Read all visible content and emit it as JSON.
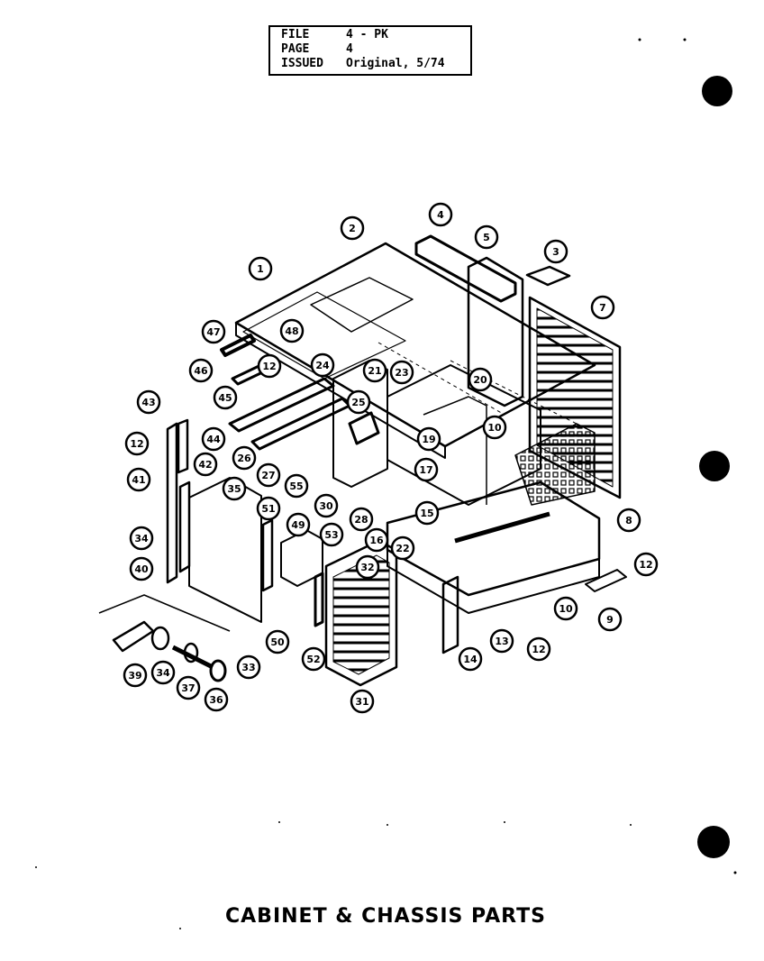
{
  "header": {
    "file_label": "FILE",
    "file_value": "4 - PK",
    "page_label": "PAGE",
    "page_value": "4",
    "issued_label": "ISSUED",
    "issued_value": "Original, 5/74"
  },
  "caption": "CABINET & CHASSIS PARTS",
  "callouts": [
    "1",
    "2",
    "4",
    "5",
    "3",
    "7",
    "47",
    "48",
    "46",
    "45",
    "12",
    "24",
    "21",
    "23",
    "20",
    "25",
    "10",
    "43",
    "12",
    "44",
    "19",
    "26",
    "27",
    "42",
    "55",
    "17",
    "41",
    "35",
    "30",
    "51",
    "15",
    "28",
    "16",
    "22",
    "8",
    "34",
    "49",
    "53",
    "32",
    "12",
    "10",
    "9",
    "40",
    "50",
    "52",
    "14",
    "13",
    "12",
    "39",
    "34",
    "37",
    "36",
    "33",
    "31"
  ],
  "colors": {
    "ink": "#000000",
    "paper": "#ffffff"
  }
}
